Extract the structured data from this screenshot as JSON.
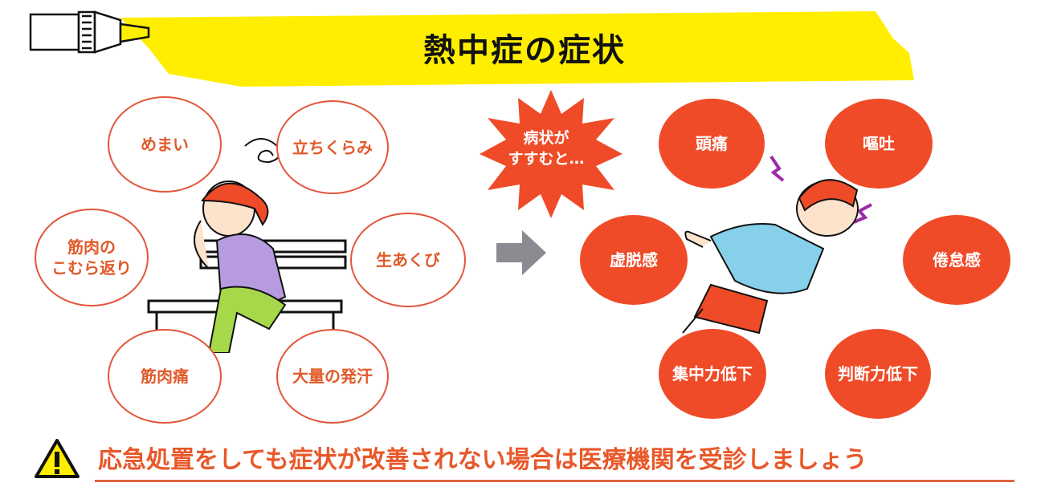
{
  "title": "熱中症の症状",
  "before_symptoms": {
    "dizziness": "めまい",
    "lightheadedness": "立ちくらみ",
    "cramps": "筋肉の\nこむら返り",
    "yawning": "生あくび",
    "muscle_pain": "筋肉痛",
    "sweating": "大量の発汗"
  },
  "progression_label": "病状が\nすすむと…",
  "after_symptoms": {
    "headache": "頭痛",
    "nausea": "嘔吐",
    "weakness": "虚脱感",
    "fatigue": "倦怠感",
    "concentration": "集中力低下",
    "judgment": "判断力低下"
  },
  "warning_icon": "warning-triangle-icon",
  "footer": "応急処置をしても症状が改善されない場合は医療機関を受診しましょう",
  "colors": {
    "accent": "#ef4b28",
    "outline": "#e3553a",
    "banner": "#ffee00",
    "arrow": "#8a8c91"
  }
}
